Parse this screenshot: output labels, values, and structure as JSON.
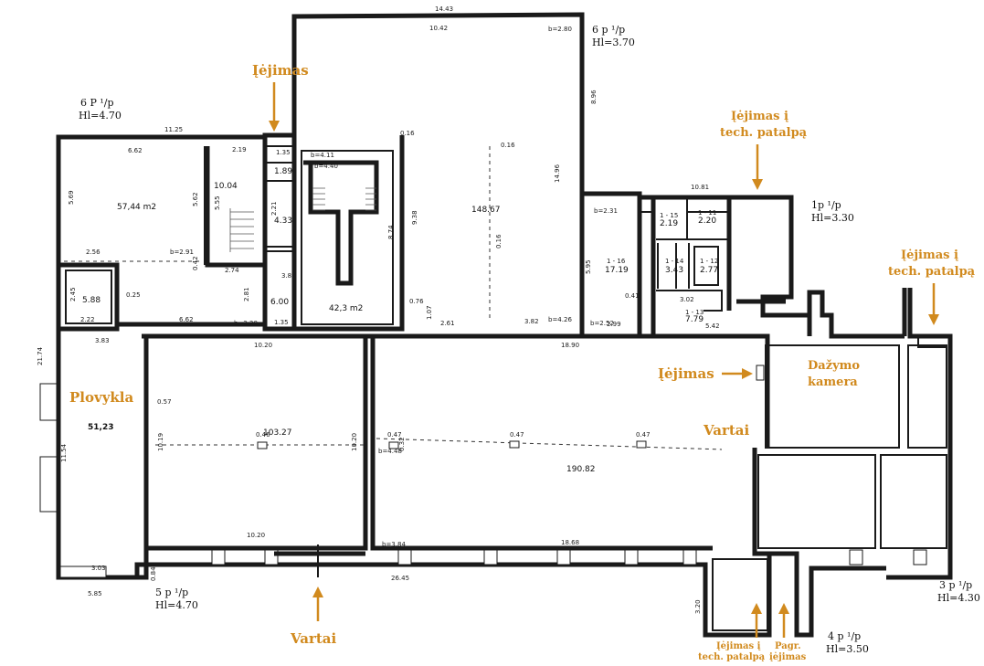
{
  "colors": {
    "wall": "#1a1a1a",
    "annotation": "#d18a1e",
    "background": "#ffffff"
  },
  "height_notes": [
    {
      "floor": "6 p ¹/p",
      "height": "Hl=3.70"
    },
    {
      "floor": "6 P ¹/p",
      "height": "Hl=4.70"
    },
    {
      "floor": "1p ¹/p",
      "height": "Hl=3.30"
    },
    {
      "floor": "5 p ¹/p",
      "height": "Hl=4.70"
    },
    {
      "floor": "3 p ¹/p",
      "height": "Hl=4.30"
    },
    {
      "floor": "4 p ¹/p",
      "height": "Hl=3.50"
    }
  ],
  "labels": {
    "entrance_top": "Įėjimas",
    "entrance_tech_1a": "Įėjimas į",
    "entrance_tech_1b": "tech. patalpą",
    "entrance_tech_2a": "Įėjimas į",
    "entrance_tech_2b": "tech. patalpą",
    "entrance_mid": "Įėjimas",
    "paint_booth_a": "Dažymo",
    "paint_booth_b": "kamera",
    "gate_right": "Vartai",
    "gate_bottom": "Vartai",
    "carwash": "Plovykla",
    "entrance_tech_3a": "Įėjimas į",
    "entrance_tech_3b": "tech. patalpą",
    "basement_a": "Pagr.",
    "basement_b": "įėjimas"
  },
  "areas": {
    "a1": "57,44 m2",
    "a2": "10.04",
    "a3": "1.89",
    "a4": "4.33",
    "a5": "5.88",
    "a6": "6.00",
    "a7": "42,3 m2",
    "a8": "148.67",
    "a9": "51,23",
    "a10": "103.27",
    "a11": "190.82",
    "a12": "17.19",
    "a13": "3.43",
    "a14": "2.19",
    "a15": "2.20",
    "a16": "2.77",
    "a17": "7.79"
  },
  "room_codes": {
    "r16": "1 - 16",
    "r14": "1 - 14",
    "r15": "1 - 15",
    "r11": "1 - 11",
    "r12": "1 - 12",
    "r13": "1 - 13"
  },
  "dimensions": {
    "d_top": "14.43",
    "d_top2": "10.42",
    "d_11_25": "11.25",
    "d_6_62": "6.62",
    "d_2_19": "2.19",
    "d_1_35": "1.35",
    "d_5_69": "5.69",
    "d_5_62": "5.62",
    "d_5_55": "5.55",
    "d_2_56": "2.56",
    "d_b291": "b=2.91",
    "d_2_74": "2.74",
    "d_0_42": "0.42",
    "d_2_21": "2.21",
    "d_3_87": "3.87",
    "d_2_81": "2.81",
    "d_2_45": "2.45",
    "d_0_25": "0.25",
    "d_2_22": "2.22",
    "d_6_62b": "6.62",
    "d_b320": "b=3.20",
    "d_1_35b": "1.35",
    "d_b280": "b=2.80",
    "d_8_96": "8.96",
    "d_0_16a": "0.16",
    "d_0_16b": "0.16",
    "d_0_16c": "0.16",
    "d_14_96": "14.96",
    "d_9_38": "9.38",
    "d_8_74": "8.74",
    "d_b411": "b=4.11",
    "d_b440": "b=4.40",
    "d_0_76": "0.76",
    "d_1_07": "1.07",
    "d_2_61": "2.61",
    "d_3_82": "3.82",
    "d_b426": "b=4.26",
    "d_10_81": "10.81",
    "d_b231": "b=2.31",
    "d_5_95": "5.95",
    "d_0_41": "0.41",
    "d_b252": "b=2.52",
    "d_2_99": "2.99",
    "d_3_02": "3.02",
    "d_5_42": "5.42",
    "d_21_74": "21.74",
    "d_3_83": "3.83",
    "d_10_20a": "10.20",
    "d_18_90": "18.90",
    "d_0_57": "0.57",
    "d_10_19": "10.19",
    "d_11_54": "11.54",
    "d_0_46": "0.46",
    "d_10_20v": "10.20",
    "d_0_47a": "0.47",
    "d_0_32a": "0.32",
    "d_b448": "b=4.48",
    "d_0_47b": "0.47",
    "d_0_47c": "0.47",
    "d_10_20b": "10.20",
    "d_b384": "b=3.84",
    "d_18_68": "18.68",
    "d_3_03": "3.03",
    "d_0_84": "0.84",
    "d_5_85": "5.85",
    "d_26_45": "26.45",
    "d_3_20": "3.20"
  }
}
